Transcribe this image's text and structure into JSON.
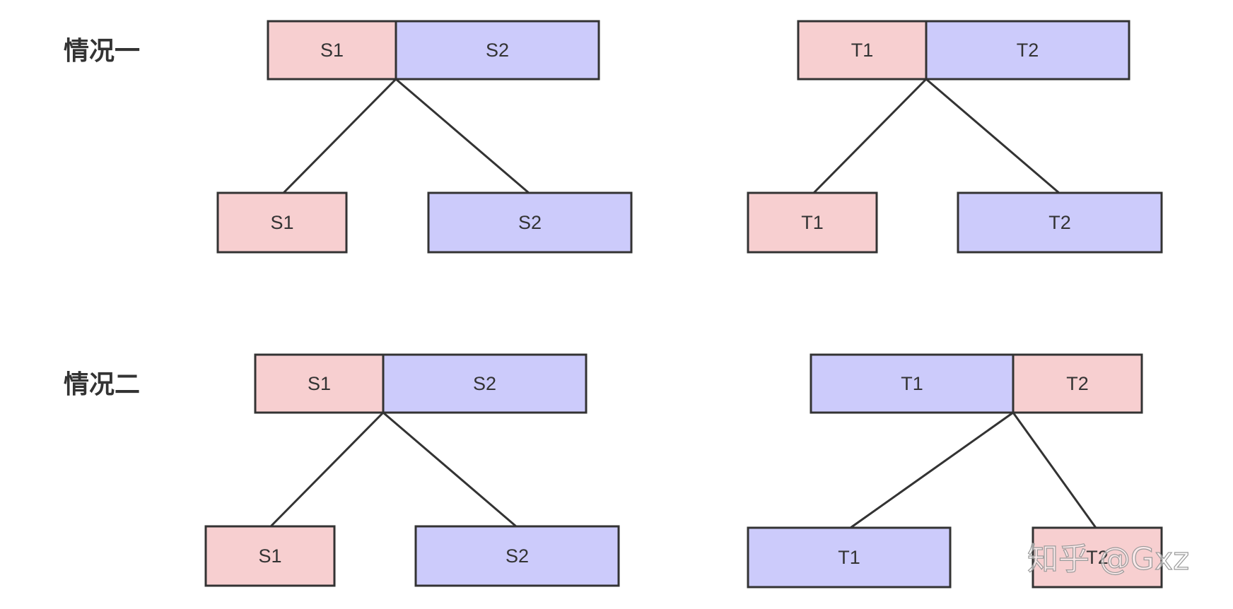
{
  "colors": {
    "pink": "#f7cfd0",
    "blue": "#cccbfb",
    "stroke": "#333333"
  },
  "cases": [
    {
      "label": "情况一",
      "trees": [
        {
          "root": [
            {
              "label": "S1",
              "color": "pink"
            },
            {
              "label": "S2",
              "color": "blue"
            }
          ],
          "children": [
            {
              "label": "S1",
              "color": "pink"
            },
            {
              "label": "S2",
              "color": "blue"
            }
          ]
        },
        {
          "root": [
            {
              "label": "T1",
              "color": "pink"
            },
            {
              "label": "T2",
              "color": "blue"
            }
          ],
          "children": [
            {
              "label": "T1",
              "color": "pink"
            },
            {
              "label": "T2",
              "color": "blue"
            }
          ]
        }
      ]
    },
    {
      "label": "情况二",
      "trees": [
        {
          "root": [
            {
              "label": "S1",
              "color": "pink"
            },
            {
              "label": "S2",
              "color": "blue"
            }
          ],
          "children": [
            {
              "label": "S1",
              "color": "pink"
            },
            {
              "label": "S2",
              "color": "blue"
            }
          ]
        },
        {
          "root": [
            {
              "label": "T1",
              "color": "blue"
            },
            {
              "label": "T2",
              "color": "pink"
            }
          ],
          "children": [
            {
              "label": "T1",
              "color": "blue"
            },
            {
              "label": "T2",
              "color": "pink"
            }
          ]
        }
      ]
    }
  ],
  "watermark": "知乎 @Gxz"
}
